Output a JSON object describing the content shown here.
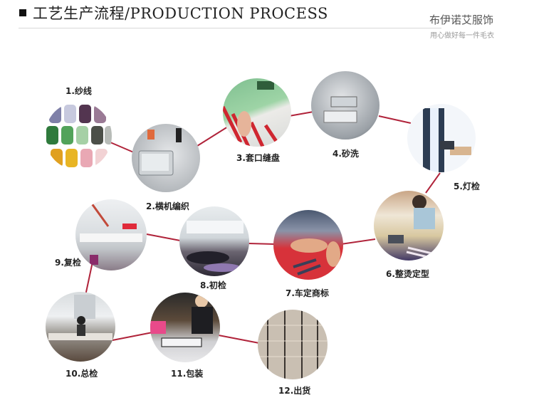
{
  "header": {
    "title": "工艺生产流程/PRODUCTION PROCESS",
    "brand": "布伊诺艾服饰",
    "slogan": "用心做好每一件毛衣"
  },
  "colors": {
    "connector": "#b0233a",
    "text": "#222222"
  },
  "steps": [
    {
      "label": "1.纱线",
      "icon": "yarn-spools-photo"
    },
    {
      "label": "2.横机编织",
      "icon": "knitting-machine-photo"
    },
    {
      "label": "3.套口缝盘",
      "icon": "linking-machine-photo"
    },
    {
      "label": "4.砂洗",
      "icon": "washing-machine-photo"
    },
    {
      "label": "5.灯检",
      "icon": "light-inspection-photo"
    },
    {
      "label": "6.整烫定型",
      "icon": "ironing-photo"
    },
    {
      "label": "7.车定商标",
      "icon": "label-sewing-photo"
    },
    {
      "label": "8.初检",
      "icon": "initial-inspection-photo"
    },
    {
      "label": "9.复检",
      "icon": "re-inspection-photo"
    },
    {
      "label": "10.总检",
      "icon": "final-inspection-photo"
    },
    {
      "label": "11.包装",
      "icon": "packaging-photo"
    },
    {
      "label": "12.出货",
      "icon": "shipping-boxes-photo"
    }
  ]
}
